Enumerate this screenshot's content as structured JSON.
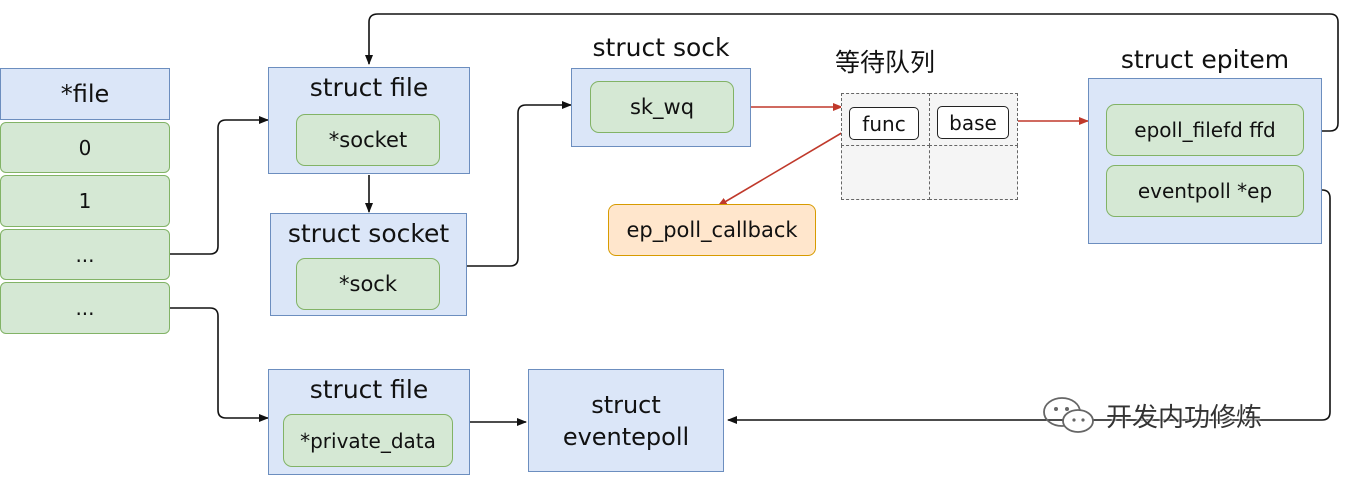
{
  "fd_table": {
    "header": "*file",
    "cells": [
      "0",
      "1",
      "...",
      "..."
    ]
  },
  "struct_file_top": {
    "title": "struct file",
    "field": "*socket"
  },
  "struct_socket": {
    "title": "struct socket",
    "field": "*sock"
  },
  "struct_sock": {
    "title": "struct sock",
    "field": "sk_wq"
  },
  "wait_queue": {
    "title": "等待队列",
    "func": "func",
    "base": "base"
  },
  "callback": {
    "label": "ep_poll_callback"
  },
  "epitem": {
    "title": "struct epitem",
    "field1": "epoll_filefd ffd",
    "field2": "eventpoll *ep"
  },
  "struct_file_bottom": {
    "title": "struct file",
    "field": "*private_data"
  },
  "eventpoll": {
    "line1": "struct",
    "line2": "eventepoll"
  },
  "watermark": {
    "text": "开发内功修炼"
  },
  "colors": {
    "blue_fill": "#dbe6f8",
    "blue_stroke": "#6c8ebf",
    "green_fill": "#d5e8d4",
    "green_stroke": "#82b366",
    "orange_fill": "#ffe6cc",
    "orange_stroke": "#d79b00",
    "red_arrow": "#c0392b"
  }
}
